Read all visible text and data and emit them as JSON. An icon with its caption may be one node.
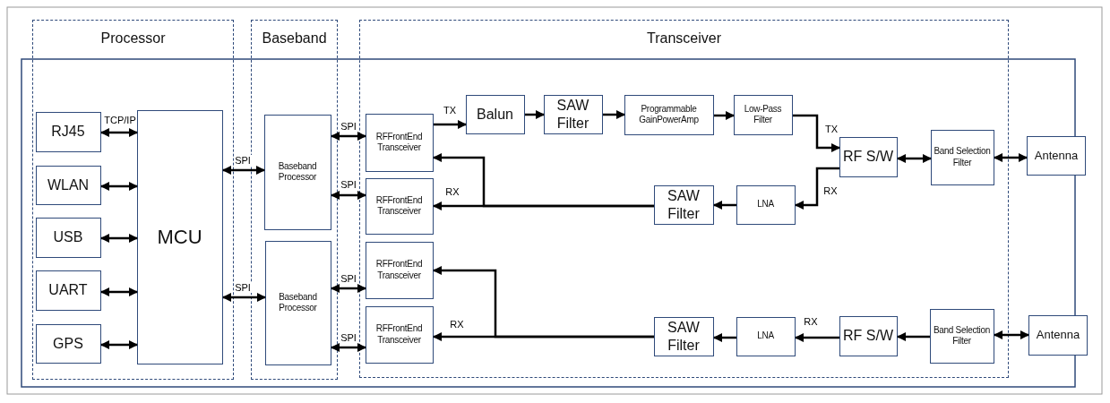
{
  "diagram": {
    "nodes": [
      {
        "text": [
          "Processor"
        ]
      },
      {
        "text": [
          "RJ45"
        ],
        "in": 0
      },
      {
        "text": [
          "WLAN"
        ],
        "in": 0
      },
      {
        "text": [
          "USB"
        ],
        "in": 0
      },
      {
        "text": [
          "UART"
        ],
        "in": 0
      },
      {
        "text": [
          "GPS"
        ],
        "in": 0
      },
      {
        "text": [
          "MCU"
        ],
        "in": 0
      },
      {
        "text": [
          "Baseband"
        ]
      },
      {
        "text": [
          "Baseband Processor"
        ],
        "in": 7
      },
      {
        "text": [
          "Baseband Processor"
        ],
        "in": 7
      },
      {
        "text": [
          "Transceiver"
        ]
      },
      {
        "text": [
          "RFFrontEnd Transceiver"
        ],
        "in": 10
      },
      {
        "text": [
          "RFFrontEnd Transceiver"
        ],
        "in": 10
      },
      {
        "text": [
          "RFFrontEnd Transceiver"
        ],
        "in": 10
      },
      {
        "text": [
          "RFFrontEnd Transceiver"
        ],
        "in": 10
      },
      {
        "text": [
          "Balun"
        ],
        "in": 10
      },
      {
        "text": [
          "SAW Filter"
        ],
        "in": 10
      },
      {
        "text": [
          "Programmable GainPowerAmp"
        ],
        "in": 10
      },
      {
        "text": [
          "Low-Pass Filter"
        ],
        "in": 10
      },
      {
        "text": [
          "RF S/W"
        ],
        "in": 10
      },
      {
        "text": [
          "Band Selection Filter"
        ],
        "in": 10
      },
      {
        "text": [
          "Antenna"
        ]
      },
      {
        "text": [
          "SAW Filter"
        ],
        "in": 10
      },
      {
        "text": [
          "LNA"
        ],
        "in": 10
      },
      {
        "text": [
          "SAW Filter"
        ],
        "in": 10
      },
      {
        "text": [
          "LNA"
        ],
        "in": 10
      },
      {
        "text": [
          "RF S/W"
        ],
        "in": 10
      },
      {
        "text": [
          "Band Selection Filter"
        ],
        "in": 10
      },
      {
        "text": [
          "Antenna"
        ]
      }
    ],
    "edges": [
      {
        "from": 1,
        "to": 6,
        "arrow": "both",
        "label": "TCP/IP"
      },
      {
        "from": 2,
        "to": 6,
        "arrow": "both"
      },
      {
        "from": 3,
        "to": 6,
        "arrow": "both"
      },
      {
        "from": 4,
        "to": 6,
        "arrow": "both"
      },
      {
        "from": 5,
        "to": 6,
        "arrow": "both"
      },
      {
        "from": 6,
        "to": 8,
        "arrow": "both",
        "label": "SPI"
      },
      {
        "from": 6,
        "to": 9,
        "arrow": "both",
        "label": "SPI"
      },
      {
        "from": 8,
        "to": 11,
        "arrow": "both",
        "label": "SPI"
      },
      {
        "from": 8,
        "to": 12,
        "arrow": "both",
        "label": "SPI"
      },
      {
        "from": 9,
        "to": 13,
        "arrow": "both",
        "label": "SPI"
      },
      {
        "from": 9,
        "to": 14,
        "arrow": "both",
        "label": "SPI"
      },
      {
        "from": 11,
        "to": 15,
        "arrow": "to",
        "label": "TX"
      },
      {
        "from": 15,
        "to": 16,
        "arrow": "to"
      },
      {
        "from": 16,
        "to": 17,
        "arrow": "to"
      },
      {
        "from": 17,
        "to": 18,
        "arrow": "to"
      },
      {
        "from": 18,
        "to": 19,
        "arrow": "to",
        "label": "TX"
      },
      {
        "from": 19,
        "to": 20,
        "arrow": "both"
      },
      {
        "from": 20,
        "to": 21,
        "arrow": "both"
      },
      {
        "from": 19,
        "to": 23,
        "arrow": "to",
        "label": "RX"
      },
      {
        "from": 23,
        "to": 22,
        "arrow": "to"
      },
      {
        "from": 22,
        "to": 12,
        "arrow": "to",
        "label": "RX"
      },
      {
        "from": 22,
        "to": 11,
        "arrow": "to"
      },
      {
        "from": 28,
        "to": 27,
        "arrow": "both"
      },
      {
        "from": 27,
        "to": 26,
        "arrow": "to"
      },
      {
        "from": 26,
        "to": 25,
        "arrow": "to",
        "label": "RX"
      },
      {
        "from": 25,
        "to": 24,
        "arrow": "to"
      },
      {
        "from": 24,
        "to": 14,
        "arrow": "to",
        "label": "RX"
      },
      {
        "from": 24,
        "to": 13,
        "arrow": "to"
      }
    ]
  }
}
